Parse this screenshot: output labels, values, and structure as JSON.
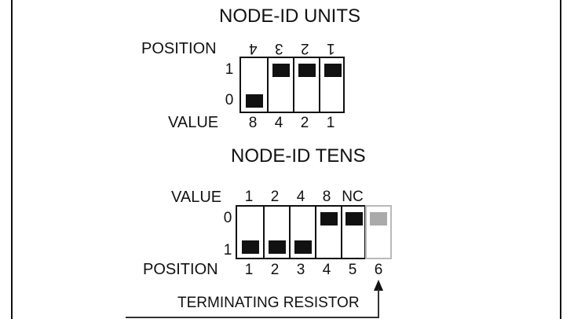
{
  "units": {
    "title": "NODE-ID UNITS",
    "position_label": "POSITION",
    "value_label": "VALUE",
    "row_labels": [
      "1",
      "0"
    ],
    "positions": [
      "4",
      "3",
      "2",
      "1"
    ],
    "values": [
      "8",
      "4",
      "2",
      "1"
    ],
    "switch_states": [
      0,
      1,
      1,
      1
    ]
  },
  "tens": {
    "title": "NODE-ID TENS",
    "value_label": "VALUE",
    "position_label": "POSITION",
    "row_labels": [
      "0",
      "1"
    ],
    "values": [
      "1",
      "2",
      "4",
      "8",
      "NC"
    ],
    "positions": [
      "1",
      "2",
      "3",
      "4",
      "5",
      "6"
    ],
    "switch_states": [
      1,
      1,
      1,
      0,
      0
    ],
    "terminating_switch_state": 0
  },
  "terminating_resistor_label": "TERMINATING RESISTOR",
  "colors": {
    "ink": "#111111",
    "ghost_outline": "#b9b9b9",
    "ghost_knob": "#aaaaaa"
  }
}
